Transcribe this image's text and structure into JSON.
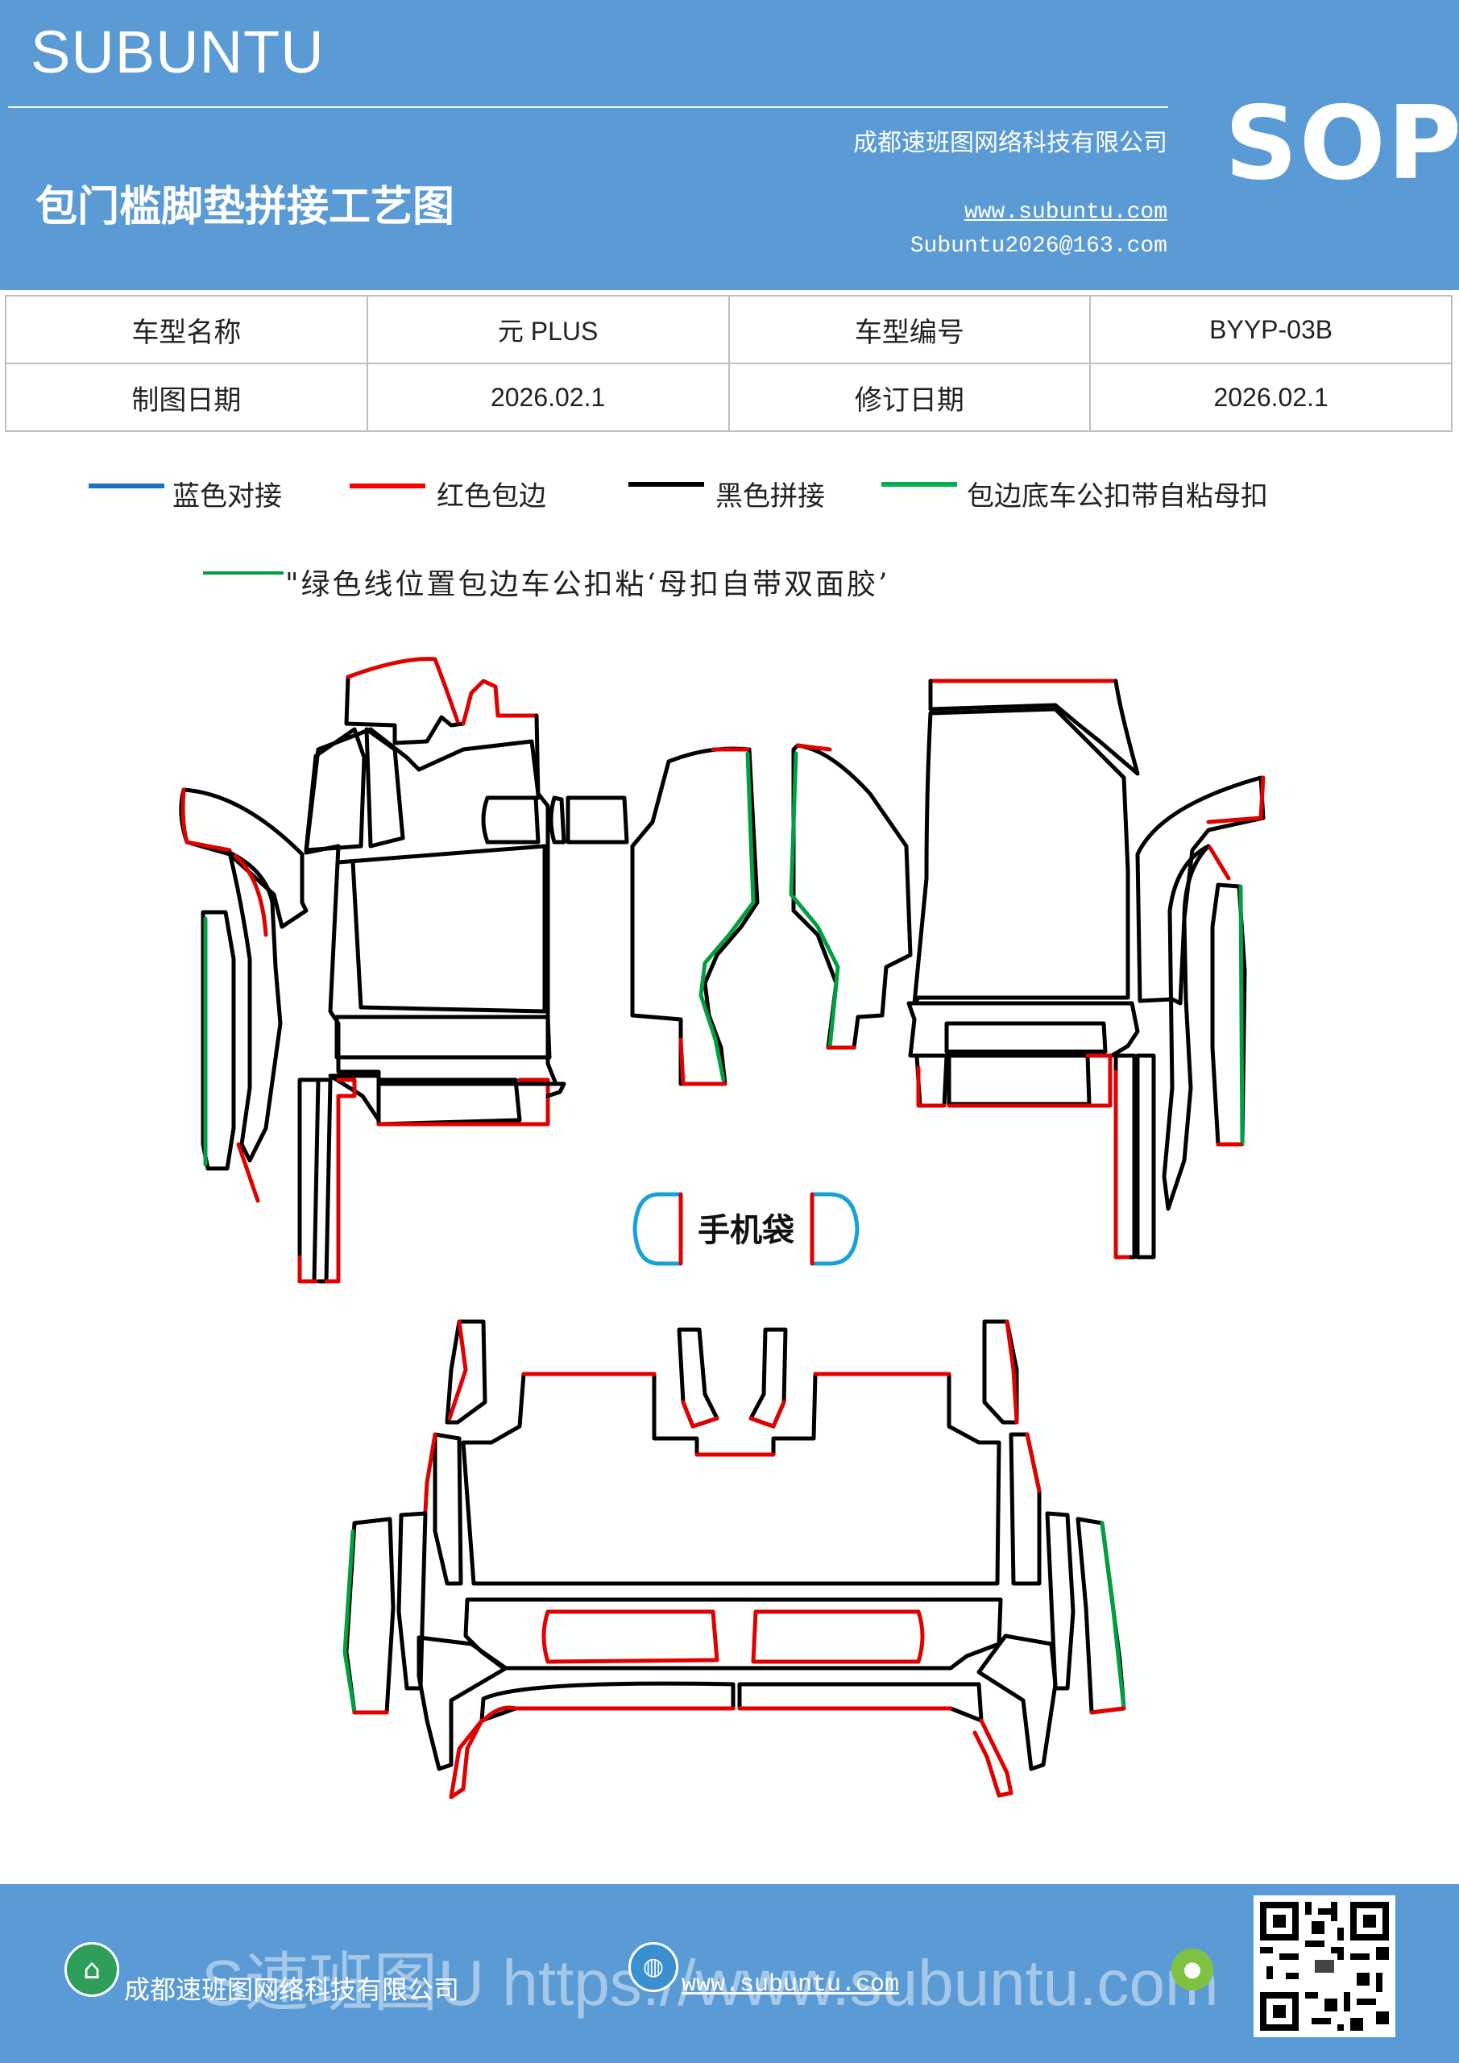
{
  "header": {
    "brand": "SUBUNTU",
    "title": "包门槛脚垫拼接工艺图",
    "company": "成都速班图网络科技有限公司",
    "website": "www.subuntu.com",
    "email": "Subuntu2026@163.com",
    "sop": "SOP"
  },
  "info_table": [
    [
      "车型名称",
      "元 PLUS",
      "车型编号",
      "BYYP-03B"
    ],
    [
      "制图日期",
      "2026.02.1",
      "修订日期",
      "2026.02.1"
    ]
  ],
  "legend": [
    {
      "label": "蓝色对接",
      "color": "#1f6fc0"
    },
    {
      "label": "红色包边",
      "color": "#ff0000"
    },
    {
      "label": "黑色拼接",
      "color": "#000000"
    },
    {
      "label": "包边底车公扣带自粘母扣",
      "color": "#00b050"
    }
  ],
  "note": {
    "text": "\"绿色线位置包边车公扣粘‘母扣自带双面胶’",
    "color": "#00a040"
  },
  "drawing": {
    "phone_bag_label": "手机袋",
    "stroke_colors": {
      "blue": "#1aa0d8",
      "red": "#e00000",
      "black": "#000000",
      "green": "#00a040"
    }
  },
  "footer": {
    "watermark": "S速班图U https://www.subuntu.com",
    "company": "成都速班图网络科技有限公司",
    "website": "www.subuntu.com"
  }
}
